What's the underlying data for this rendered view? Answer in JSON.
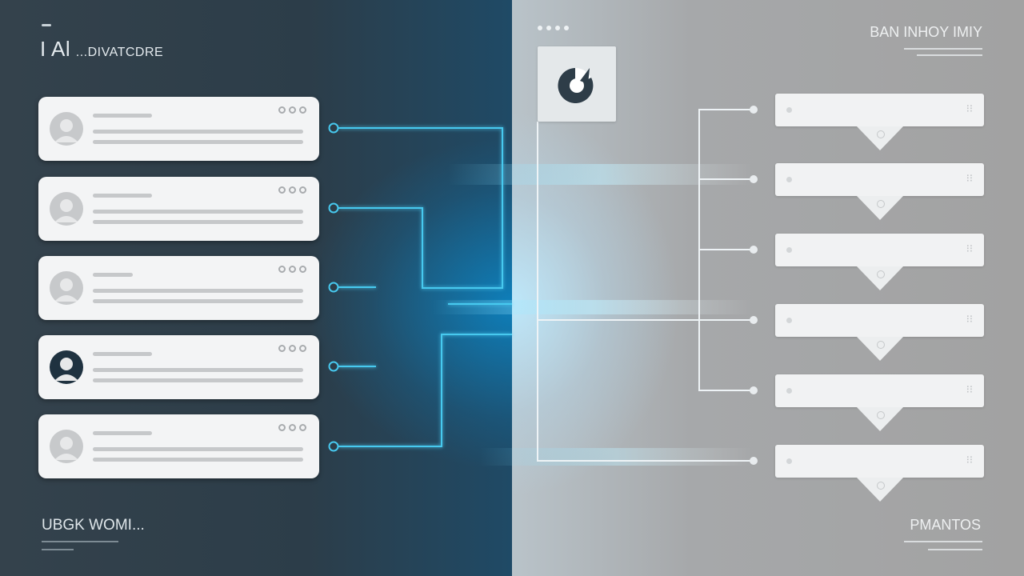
{
  "header": {
    "left_title_big": "I Al",
    "left_title_small": "...DIVATCDRE",
    "right_title": "BAN INHOY IMIY"
  },
  "footer": {
    "left_label": "UBGK WOMI...",
    "right_label": "PMANTOS"
  },
  "left_cards": [
    {
      "avatar_style": "light"
    },
    {
      "avatar_style": "light"
    },
    {
      "avatar_style": "light"
    },
    {
      "avatar_style": "dark"
    },
    {
      "avatar_style": "light"
    }
  ],
  "right_cards_count": 6,
  "colors": {
    "accent": "#4fd3f5",
    "left_bg": "#2e3d48",
    "right_bg": "#a6a6a6",
    "card": "#f3f4f5"
  },
  "icons": [
    "user-avatar-icon",
    "more-dots-icon",
    "pie-chart-icon",
    "chevron-down-icon"
  ]
}
